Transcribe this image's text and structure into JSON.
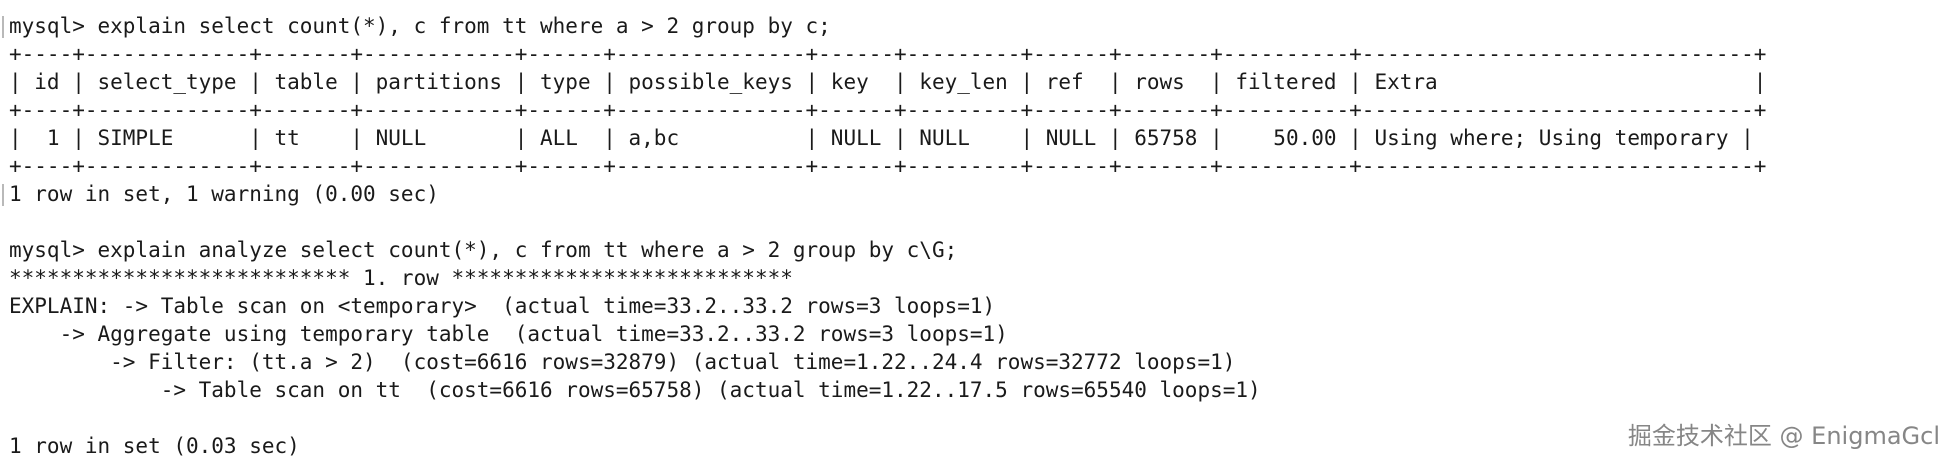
{
  "terminal": {
    "query1": {
      "prompt": "mysql> explain select count(*), c from tt where a > 2 group by c;",
      "border": "+----+-------------+-------+------------+------+---------------+------+---------+------+-------+----------+-------------------------------+",
      "header": "| id | select_type | table | partitions | type | possible_keys | key  | key_len | ref  | rows  | filtered | Extra                         |",
      "row": "|  1 | SIMPLE      | tt    | NULL       | ALL  | a,bc          | NULL | NULL    | NULL | 65758 |    50.00 | Using where; Using temporary |",
      "summary": "1 row in set, 1 warning (0.00 sec)"
    },
    "query2": {
      "prompt": "mysql> explain analyze select count(*), c from tt where a > 2 group by c\\G;",
      "separator": "*************************** 1. row ***************************",
      "plan": [
        "EXPLAIN: -> Table scan on <temporary>  (actual time=33.2..33.2 rows=3 loops=1)",
        "    -> Aggregate using temporary table  (actual time=33.2..33.2 rows=3 loops=1)",
        "        -> Filter: (tt.a > 2)  (cost=6616 rows=32879) (actual time=1.22..24.4 rows=32772 loops=1)",
        "            -> Table scan on tt  (cost=6616 rows=65758) (actual time=1.22..17.5 rows=65540 loops=1)"
      ],
      "summary": "1 row in set (0.03 sec)"
    },
    "watermark": "掘金技术社区 @ EnigmaGcl"
  }
}
